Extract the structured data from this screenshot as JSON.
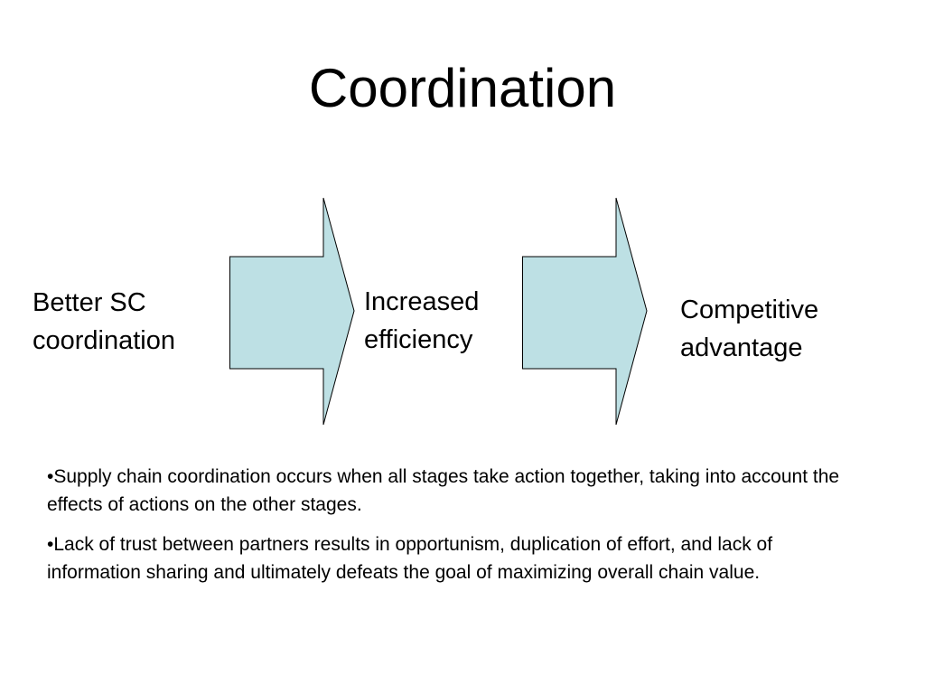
{
  "slide": {
    "title": "Coordination"
  },
  "flow": {
    "arrow_fill": "#bde0e4",
    "stages": [
      {
        "label": "Better SC\ncoordination"
      },
      {
        "label": "Increased\nefficiency"
      },
      {
        "label": "Competitive\nadvantage"
      }
    ]
  },
  "notes": [
    "•Supply chain coordination occurs when all stages take action together, taking into account the effects of actions on the other stages.",
    "•Lack of trust between partners results in opportunism, duplication of effort, and lack of information sharing and ultimately defeats the goal of maximizing overall chain value."
  ]
}
